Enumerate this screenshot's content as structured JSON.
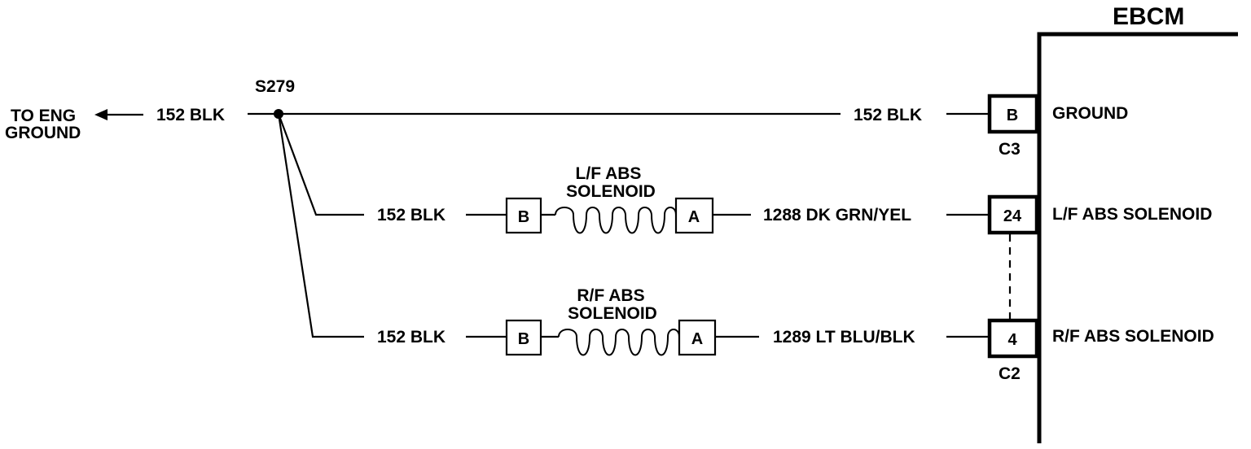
{
  "module": {
    "title": "EBCM"
  },
  "ground_dest": {
    "line1": "TO ENG",
    "line2": "GROUND"
  },
  "splice": {
    "label": "S279"
  },
  "wires": {
    "left_ground": "152 BLK",
    "ground_run": "152 BLK",
    "lf_ground": "152 BLK",
    "rf_ground": "152 BLK",
    "lf_signal": "1288 DK GRN/YEL",
    "rf_signal": "1289 LT BLU/BLK"
  },
  "solenoids": {
    "lf": {
      "line1": "L/F ABS",
      "line2": "SOLENOID",
      "pin_b": "B",
      "pin_a": "A"
    },
    "rf": {
      "line1": "R/F ABS",
      "line2": "SOLENOID",
      "pin_b": "B",
      "pin_a": "A"
    }
  },
  "connectors": {
    "ground": {
      "pin": "B",
      "connector": "C3",
      "function": "GROUND"
    },
    "lf": {
      "pin": "24",
      "function": "L/F ABS SOLENOID"
    },
    "rf": {
      "pin": "4",
      "connector": "C2",
      "function": "R/F ABS SOLENOID"
    }
  }
}
